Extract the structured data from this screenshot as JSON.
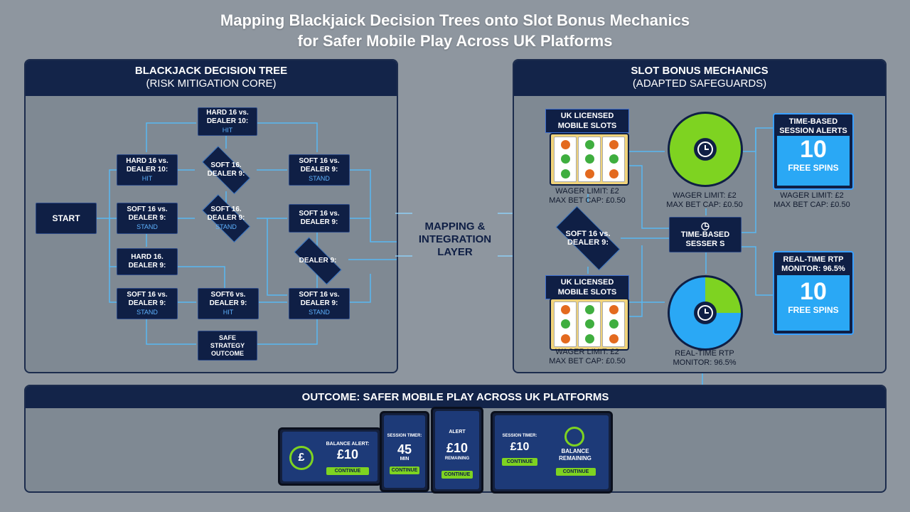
{
  "title": {
    "line1": "Mapping Blackjaick Decision Trees onto Slot Bonus Mechanics",
    "line2": "for Safer Mobile Play Across UK Platforms"
  },
  "left_panel": {
    "title": "BLACKJACK DECISION TREE",
    "subtitle": "(RISK MITIGATION CORE)",
    "start": "START",
    "nodes": {
      "top": {
        "l1": "HARD 16 vs.",
        "l2": "DEALER 10:",
        "sub": "HIT"
      },
      "r1c1": {
        "l1": "HARD 16 vs.",
        "l2": "DEALER 10:",
        "sub": "HIT"
      },
      "r1c2": {
        "l1": "SOFT 16.",
        "l2": "DEALER 9:"
      },
      "r1c3": {
        "l1": "SOFT 16 vs.",
        "l2": "DEALER 9:",
        "sub": "STAND"
      },
      "r2c1": {
        "l1": "SOFT 16 vs.",
        "l2": "DEALER 9:",
        "sub": "STAND"
      },
      "r2c2": {
        "l1": "SOFT 16.",
        "l2": "DEALER 9:",
        "sub": "STAND"
      },
      "r2c3": {
        "l1": "SOFT 16 vs.",
        "l2": "DEALER 9:"
      },
      "r3c1": {
        "l1": "HARD 16.",
        "l2": "DEALER 9:"
      },
      "r3c3": {
        "l1": "DEALER 9:"
      },
      "r4c1": {
        "l1": "SOFT 16 vs.",
        "l2": "DEALER 9:",
        "sub": "STAND"
      },
      "r4c2": {
        "l1": "SOFT6 vs.",
        "l2": "DEALER 9:",
        "sub": "HIT"
      },
      "r4c3": {
        "l1": "SOFT 16 vs.",
        "l2": "DEALER 9:",
        "sub": "STAND"
      },
      "safe": {
        "l1": "SAFE",
        "l2": "STRATEGY",
        "l3": "OUTCOME"
      }
    }
  },
  "mapping": {
    "l1": "MAPPING &",
    "l2": "INTEGRATION",
    "l3": "LAYER"
  },
  "right_panel": {
    "title": "SLOT BONUS MECHANICS",
    "subtitle": "(ADAPTED SAFEGUARDS)",
    "slot_top_label": {
      "l1": "UK LICENSED",
      "l2": "MOBILE SLOTS"
    },
    "slot_bottom_label": {
      "l1": "UK LICENSED",
      "l2": "MOBILE SLOTS"
    },
    "caption_slot_top": {
      "l1": "WAGER LIMIT: £2",
      "l2": "MAX BET CAP: £0.50"
    },
    "caption_wheel_top": {
      "l1": "WAGER LIMIT: £2",
      "l2": "MAX BET CAP: £0.50"
    },
    "caption_slot_bottom": {
      "l1": "WAGER LIMIT: £2",
      "l2": "MAX BET CAP: £0.50"
    },
    "caption_wheel_bottom": {
      "l1": "REAL-TIME RTP",
      "l2": "MONITOR: 96.5%"
    },
    "diamond": {
      "l1": "SOFT 16 vs.",
      "l2": "DEALER 9:"
    },
    "time_node": {
      "l1": "TIME-BASED",
      "l2": "SESSER S"
    },
    "card_top": {
      "head1": "TIME-BASED",
      "head2": "SESSION ALERTS",
      "number": "10",
      "label": "FREE SPINS"
    },
    "card_top_caption": {
      "l1": "WAGER LIMIT: £2",
      "l2": "MAX BET CAP: £0.50"
    },
    "card_bottom": {
      "head1": "REAL-TIME RTP",
      "head2": "MONITOR: 96.5%",
      "number": "10",
      "label": "FREE SPINS"
    }
  },
  "outcome": {
    "title": "OUTCOME: SAFER MOBILE PLAY ACROSS UK PLATFORMS",
    "devices": {
      "tablet_left": {
        "label": "BALANCE ALERT:",
        "value": "£10",
        "button": "CONTINUE"
      },
      "phone1": {
        "label": "SESSION TIMER:",
        "value": "45",
        "unit": "MIN",
        "button": "CONTINUE"
      },
      "phone2": {
        "label": "ALERT",
        "value": "£10",
        "unit": "REMAINING",
        "button": "CONTINUE"
      },
      "tablet_right": {
        "label": "SESSION TIMER:",
        "value": "£10",
        "label2": "BALANCE",
        "label3": "REMAINING",
        "button": "CONTINUE"
      }
    }
  },
  "colors": {
    "navy": "#0f1f45",
    "accent_blue": "#3aa0ff",
    "green": "#7ed321",
    "background": "#8e969f"
  }
}
